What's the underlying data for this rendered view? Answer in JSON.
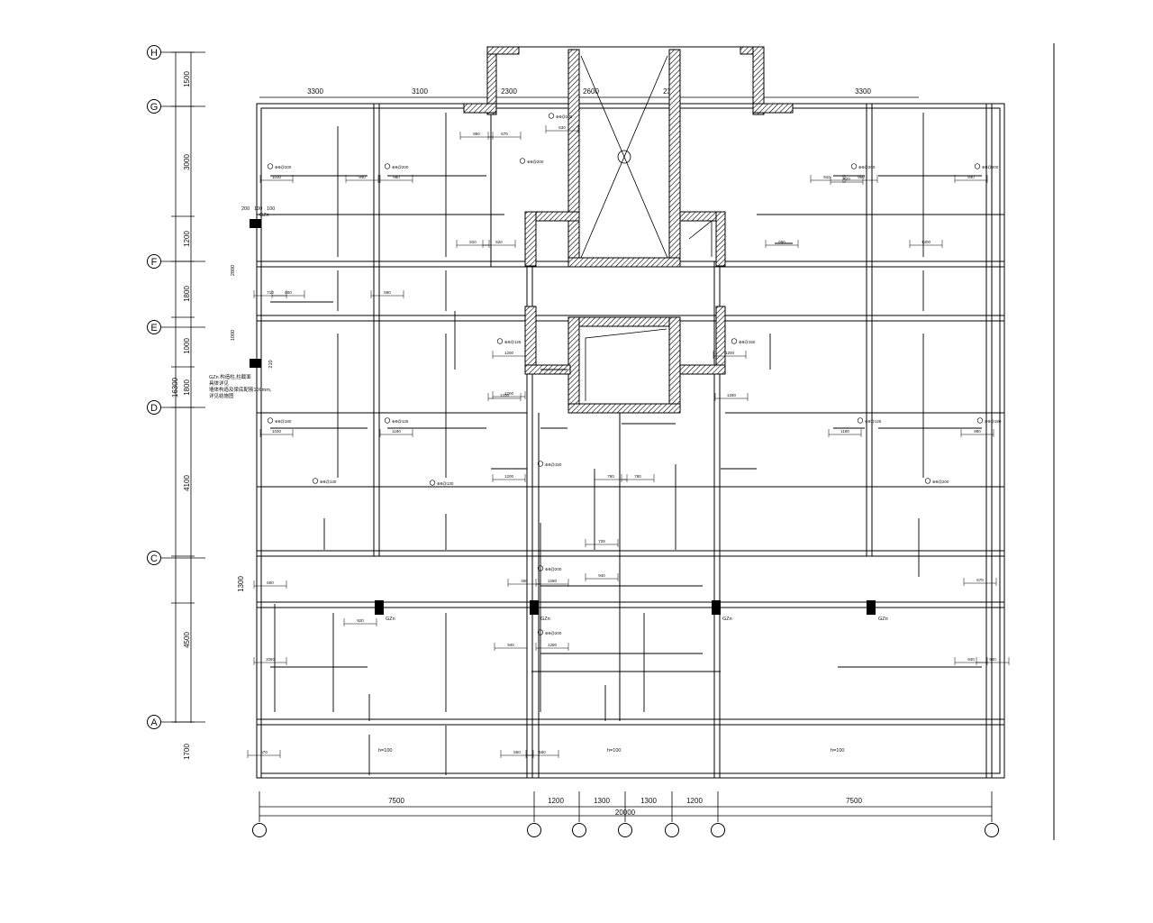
{
  "drawing": {
    "grid_rows": [
      {
        "label": "H"
      },
      {
        "label": "G"
      },
      {
        "label": "F"
      },
      {
        "label": "E"
      },
      {
        "label": "D"
      },
      {
        "label": "C"
      },
      {
        "label": "A"
      }
    ],
    "grid_cols": [
      {
        "label": ""
      },
      {
        "label": ""
      },
      {
        "label": ""
      },
      {
        "label": ""
      },
      {
        "label": ""
      },
      {
        "label": ""
      },
      {
        "label": ""
      }
    ],
    "left_dims": [
      "1500",
      "3000",
      "1200",
      "1800",
      "1000",
      "1800",
      "4100",
      "1300",
      "4500",
      "1700"
    ],
    "left_total": "16300",
    "top_dims": [
      "3300",
      "3100",
      "2300",
      "2600",
      "2300",
      "3300"
    ],
    "bottom_dims": [
      "7500",
      "1200",
      "1300",
      "1300",
      "1200",
      "7500"
    ],
    "bottom_total": "20000",
    "column_tag": "GZn",
    "gz_note_lines": [
      "GZn 构造柱,柱截面",
      "具体详见",
      "墙体构造及梁底配筋100mm,",
      "详见结施图"
    ],
    "offset_dims": [
      "200",
      "100",
      "100"
    ],
    "left_side_dims": [
      "2800",
      "1000",
      "210"
    ],
    "slab_labels": [
      "h=100",
      "h=100",
      "h=100"
    ],
    "rebar_labels": [
      "⊕8@200",
      "⊕8@200",
      "⊕8@200",
      "⊕8@200",
      "⊕8@200",
      "⊕8@200",
      "⊕8@180",
      "⊕8@180",
      "⊕8@125",
      "⊕8@125",
      "⊕8@125",
      "⊕8@150",
      "⊕8@150",
      "⊕8@130",
      "⊕8@130",
      "⊕8@200",
      "⊕8@200",
      "⊕8@200"
    ],
    "dim_labels": [
      "860",
      "670",
      "1030",
      "940",
      "980",
      "910",
      "950",
      "630",
      "940",
      "600",
      "710",
      "590",
      "1030",
      "1180",
      "1200",
      "1200",
      "780",
      "780",
      "1180",
      "980",
      "1200",
      "1200",
      "1050",
      "940",
      "1280",
      "1280",
      "940",
      "940",
      "670",
      "560",
      "560",
      "450",
      "600",
      "670",
      "910",
      "520",
      "590",
      "1300",
      "1280",
      "940",
      "820",
      "728",
      "1200",
      "920"
    ]
  }
}
